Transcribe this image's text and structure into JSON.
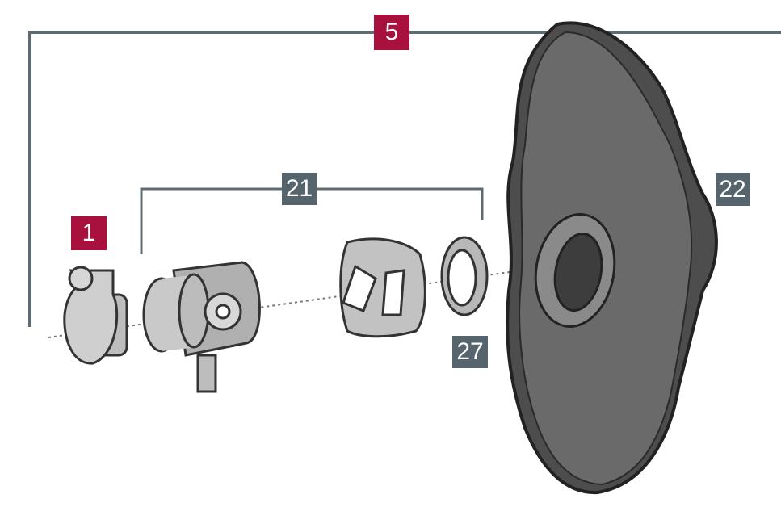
{
  "colors": {
    "callout_primary": "#a8103e",
    "callout_secondary": "#56646d",
    "line": "#5f6b73"
  },
  "callouts": {
    "assembly": "5",
    "cap": "1",
    "valve_group": "21",
    "bag": "22",
    "ring": "27"
  }
}
